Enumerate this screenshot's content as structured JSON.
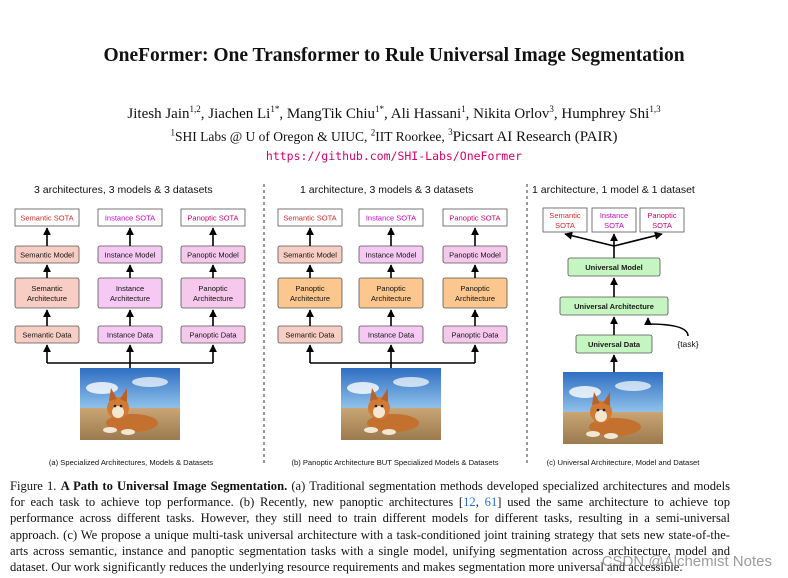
{
  "title": "OneFormer: One Transformer to Rule Universal Image Segmentation",
  "authors": [
    {
      "name": "Jitesh Jain",
      "sup": "1,2"
    },
    {
      "name": "Jiachen Li",
      "sup": "1*"
    },
    {
      "name": "MangTik Chiu",
      "sup": "1*"
    },
    {
      "name": "Ali Hassani",
      "sup": "1"
    },
    {
      "name": "Nikita Orlov",
      "sup": "3"
    },
    {
      "name": "Humphrey Shi",
      "sup": "1,3"
    }
  ],
  "affiliations": [
    {
      "sup": "1",
      "text": "SHI Labs @ U of Oregon & UIUC"
    },
    {
      "sup": "2",
      "text": "IIT Roorkee"
    },
    {
      "sup": "3",
      "text": "Picsart AI Research (PAIR)"
    }
  ],
  "url": "https://github.com/SHI-Labs/OneFormer",
  "figure": {
    "panels": [
      {
        "heading": "3 architectures, 3 models & 3 datasets",
        "sota": [
          "Semantic SOTA",
          "Instance SOTA",
          "Panoptic SOTA"
        ],
        "models": [
          "Semantic Model",
          "Instance Model",
          "Panoptic Model"
        ],
        "architectures": [
          [
            "Semantic",
            "Architecture"
          ],
          [
            "Instance",
            "Architecture"
          ],
          [
            "Panoptic",
            "Architecture"
          ]
        ],
        "data": [
          "Semantic Data",
          "Instance Data",
          "Panoptic Data"
        ],
        "caption": "(a) Specialized Architectures, Models & Datasets"
      },
      {
        "heading": "1 architecture, 3 models & 3 datasets",
        "sota": [
          "Semantic SOTA",
          "Instance SOTA",
          "Panoptic SOTA"
        ],
        "models": [
          "Semantic Model",
          "Instance Model",
          "Panoptic Model"
        ],
        "architectures": [
          [
            "Panoptic",
            "Architecture"
          ],
          [
            "Panoptic",
            "Architecture"
          ],
          [
            "Panoptic",
            "Architecture"
          ]
        ],
        "data": [
          "Semantic Data",
          "Instance Data",
          "Panoptic Data"
        ],
        "caption": "(b) Panoptic Architecture BUT Specialized Models & Datasets"
      },
      {
        "heading": "1 architecture, 1 model & 1 dataset",
        "sota": [
          [
            "Semantic",
            "SOTA"
          ],
          [
            "Instance",
            "SOTA"
          ],
          [
            "Panoptic",
            "SOTA"
          ]
        ],
        "model": "Universal Model",
        "architecture": "Universal Architecture",
        "data": "Universal Data",
        "task_token": "{task}",
        "caption": "(c) Universal Architecture, Model and Dataset"
      }
    ],
    "colors": {
      "semantic": "#f7cdc4",
      "instance": "#f6c9f5",
      "panoptic_model": "#f6c9ec",
      "panoptic_arch": "#fbc78e",
      "universal": "#c5f5c0",
      "semantic_text": "#d42a2a",
      "instance_text": "#cc00cc",
      "panoptic_text": "#c8006e",
      "universal_text": "#1a1a1a"
    }
  },
  "caption": {
    "label": "Figure 1.",
    "bold": "A Path to Universal Image Segmentation.",
    "text_1": " (a) Traditional segmentation methods developed specialized architectures and models for each task to achieve top performance. (b) Recently, new panoptic architectures [",
    "ref_1": "12",
    "sep": ", ",
    "ref_2": "61",
    "text_2": "] used the same architecture to achieve top performance across different tasks. However, they still need to train different models for different tasks, resulting in a semi-universal approach. (c) We propose a unique multi-task universal architecture with a task-conditioned joint training strategy that sets new state-of-the-arts across semantic, instance and panoptic segmentation tasks with a single model, unifying segmentation across architecture, model and dataset. Our work significantly reduces the underlying resource requirements and makes segmentation more universal and accessible."
  },
  "watermark": "CSDN @Alchemist Notes"
}
